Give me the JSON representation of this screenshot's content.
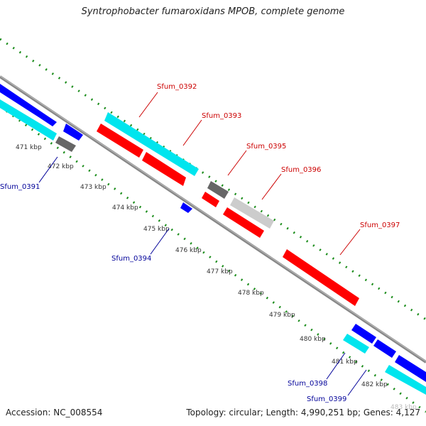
{
  "title": "Syntrophobacter fumaroxidans MPOB, complete genome",
  "footer": {
    "accession": "Accession: NC_008554",
    "summary": "Topology: circular; Length: 4,990,251 bp; Genes: 4,127"
  },
  "colors": {
    "forward_cds": "#ff0000",
    "reverse_cds": "#0000ff",
    "cyan_feature": "#00e5ee",
    "gray_feature": "#666666",
    "light_gray_feature": "#cccccc",
    "backbone": "#888888",
    "tick_mark": "#1a8c1a",
    "label_forward": "#cc0000",
    "label_reverse": "#000099"
  },
  "ticks": [
    "471 kbp",
    "472 kbp",
    "473 kbp",
    "474 kbp",
    "475 kbp",
    "476 kbp",
    "477 kbp",
    "478 kbp",
    "479 kbp",
    "480 kbp",
    "481 kbp",
    "482 kbp",
    "483 kbp"
  ],
  "genes_above": [
    {
      "label": "Sfum_0392"
    },
    {
      "label": "Sfum_0393"
    },
    {
      "label": "Sfum_0395"
    },
    {
      "label": "Sfum_0396"
    },
    {
      "label": "Sfum_0397"
    }
  ],
  "genes_below": [
    {
      "label": "Sfum_0391"
    },
    {
      "label": "Sfum_0394"
    },
    {
      "label": "Sfum_0398"
    },
    {
      "label": "Sfum_0399"
    }
  ]
}
